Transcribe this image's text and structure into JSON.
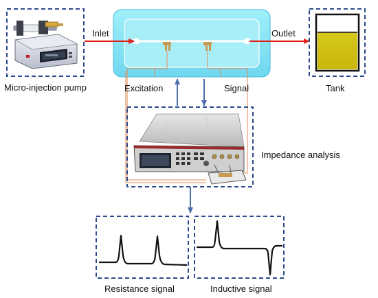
{
  "labels": {
    "pump": "Micro-injection pump",
    "inlet": "Inlet",
    "outlet": "Outlet",
    "tank": "Tank",
    "excitation": "Excitation",
    "signal": "Signal",
    "impedance": "Impedance analysis",
    "resistance_signal": "Resistance signal",
    "inductive_signal": "Inductive signal"
  },
  "colors": {
    "frame_dash": "#2b4a8c",
    "flow_arrow": "#e0211e",
    "signal_arrow": "#4a6da8",
    "wire": "#e08a55",
    "chip_fill": "#7fe1f4",
    "chip_inner": "#a9ecf8",
    "tank_liquid": "#d9c90f",
    "electrode": "#c79c52"
  },
  "icons": {
    "pump": "syringe-pump-icon",
    "tank": "tank-icon",
    "analyzer": "impedance-analyzer-icon",
    "chip": "microfluidic-chip-icon"
  }
}
